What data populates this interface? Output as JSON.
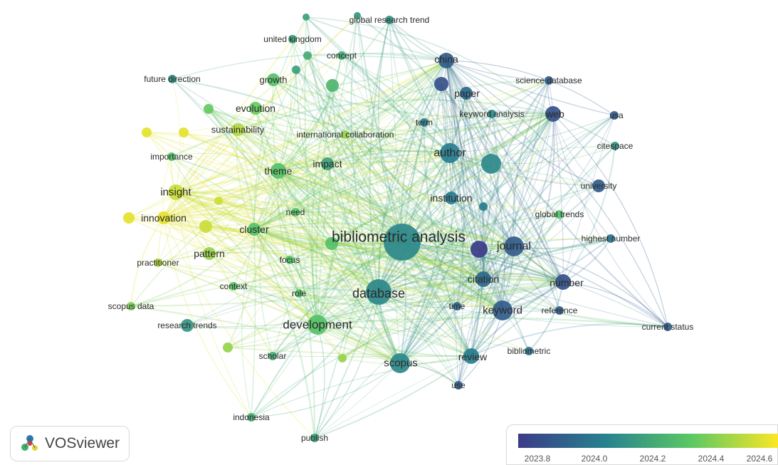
{
  "app": {
    "name": "VOSviewer"
  },
  "scale": {
    "colors": [
      "#3b3b87",
      "#27818f",
      "#5cc863",
      "#fde725"
    ],
    "ticks": [
      "2023.8",
      "2024.0",
      "2024.2",
      "2024.4",
      "2024.6"
    ]
  },
  "nodes": [
    {
      "label": "bibliometric analysis",
      "year": 2024.05,
      "weight": 9
    },
    {
      "label": "database",
      "year": 2024.05,
      "weight": 5
    },
    {
      "label": "author",
      "year": 2024.0,
      "weight": 4
    },
    {
      "label": "development",
      "year": 2024.3,
      "weight": 4
    },
    {
      "label": "scopus",
      "year": 2024.05,
      "weight": 4
    },
    {
      "label": "journal",
      "year": 2023.85,
      "weight": 4
    },
    {
      "label": "keyword",
      "year": 2023.85,
      "weight": 4
    },
    {
      "label": "theme",
      "year": 2024.3,
      "weight": 3
    },
    {
      "label": "insight",
      "year": 2024.55,
      "weight": 3
    },
    {
      "label": "china",
      "year": 2023.85,
      "weight": 3
    },
    {
      "label": "web",
      "year": 2023.8,
      "weight": 3
    },
    {
      "label": "number",
      "year": 2023.8,
      "weight": 3
    },
    {
      "label": "review",
      "year": 2024.0,
      "weight": 3
    },
    {
      "label": "citation",
      "year": 2023.9,
      "weight": 3
    },
    {
      "label": "cluster",
      "year": 2024.3,
      "weight": 2
    },
    {
      "label": "innovation",
      "year": 2024.6,
      "weight": 2
    },
    {
      "label": "pattern",
      "year": 2024.45,
      "weight": 2
    },
    {
      "label": "evolution",
      "year": 2024.35,
      "weight": 2
    },
    {
      "label": "impact",
      "year": 2024.15,
      "weight": 2
    },
    {
      "label": "paper",
      "year": 2023.9,
      "weight": 2
    },
    {
      "label": "institution",
      "year": 2024.0,
      "weight": 2
    },
    {
      "label": "growth",
      "year": 2024.3,
      "weight": 2
    },
    {
      "label": "sustainability",
      "year": 2024.5,
      "weight": 2
    },
    {
      "label": "focus",
      "year": 2024.3,
      "weight": 1
    },
    {
      "label": "need",
      "year": 2024.3,
      "weight": 1
    },
    {
      "label": "context",
      "year": 2024.3,
      "weight": 1
    },
    {
      "label": "role",
      "year": 2024.3,
      "weight": 1
    },
    {
      "label": "term",
      "year": 2024.0,
      "weight": 1
    },
    {
      "label": "time",
      "year": 2023.9,
      "weight": 1
    },
    {
      "label": "scholar",
      "year": 2024.2,
      "weight": 1
    },
    {
      "label": "research trends",
      "year": 2024.1,
      "weight": 2
    },
    {
      "label": "global research trend",
      "year": 2024.1,
      "weight": 1
    },
    {
      "label": "united kingdom",
      "year": 2024.15,
      "weight": 1
    },
    {
      "label": "concept",
      "year": 2024.2,
      "weight": 1
    },
    {
      "label": "future direction",
      "year": 2024.1,
      "weight": 1
    },
    {
      "label": "international collaboration",
      "year": 2024.45,
      "weight": 1
    },
    {
      "label": "importance",
      "year": 2024.3,
      "weight": 1
    },
    {
      "label": "keyword analysis",
      "year": 2024.05,
      "weight": 1
    },
    {
      "label": "science database",
      "year": 2023.85,
      "weight": 1
    },
    {
      "label": "usa",
      "year": 2023.85,
      "weight": 1
    },
    {
      "label": "citespace",
      "year": 2024.1,
      "weight": 1
    },
    {
      "label": "university",
      "year": 2023.85,
      "weight": 2
    },
    {
      "label": "global trends",
      "year": 2024.3,
      "weight": 1
    },
    {
      "label": "highest number",
      "year": 2023.95,
      "weight": 1
    },
    {
      "label": "practitioner",
      "year": 2024.5,
      "weight": 1
    },
    {
      "label": "scopus data",
      "year": 2024.4,
      "weight": 1
    },
    {
      "label": "reference",
      "year": 2023.85,
      "weight": 1
    },
    {
      "label": "current status",
      "year": 2023.85,
      "weight": 1
    },
    {
      "label": "bibliometric",
      "year": 2023.95,
      "weight": 1
    },
    {
      "label": "use",
      "year": 2023.85,
      "weight": 1
    },
    {
      "label": "indonesia",
      "year": 2024.2,
      "weight": 1
    },
    {
      "label": "publish",
      "year": 2024.15,
      "weight": 1
    }
  ]
}
